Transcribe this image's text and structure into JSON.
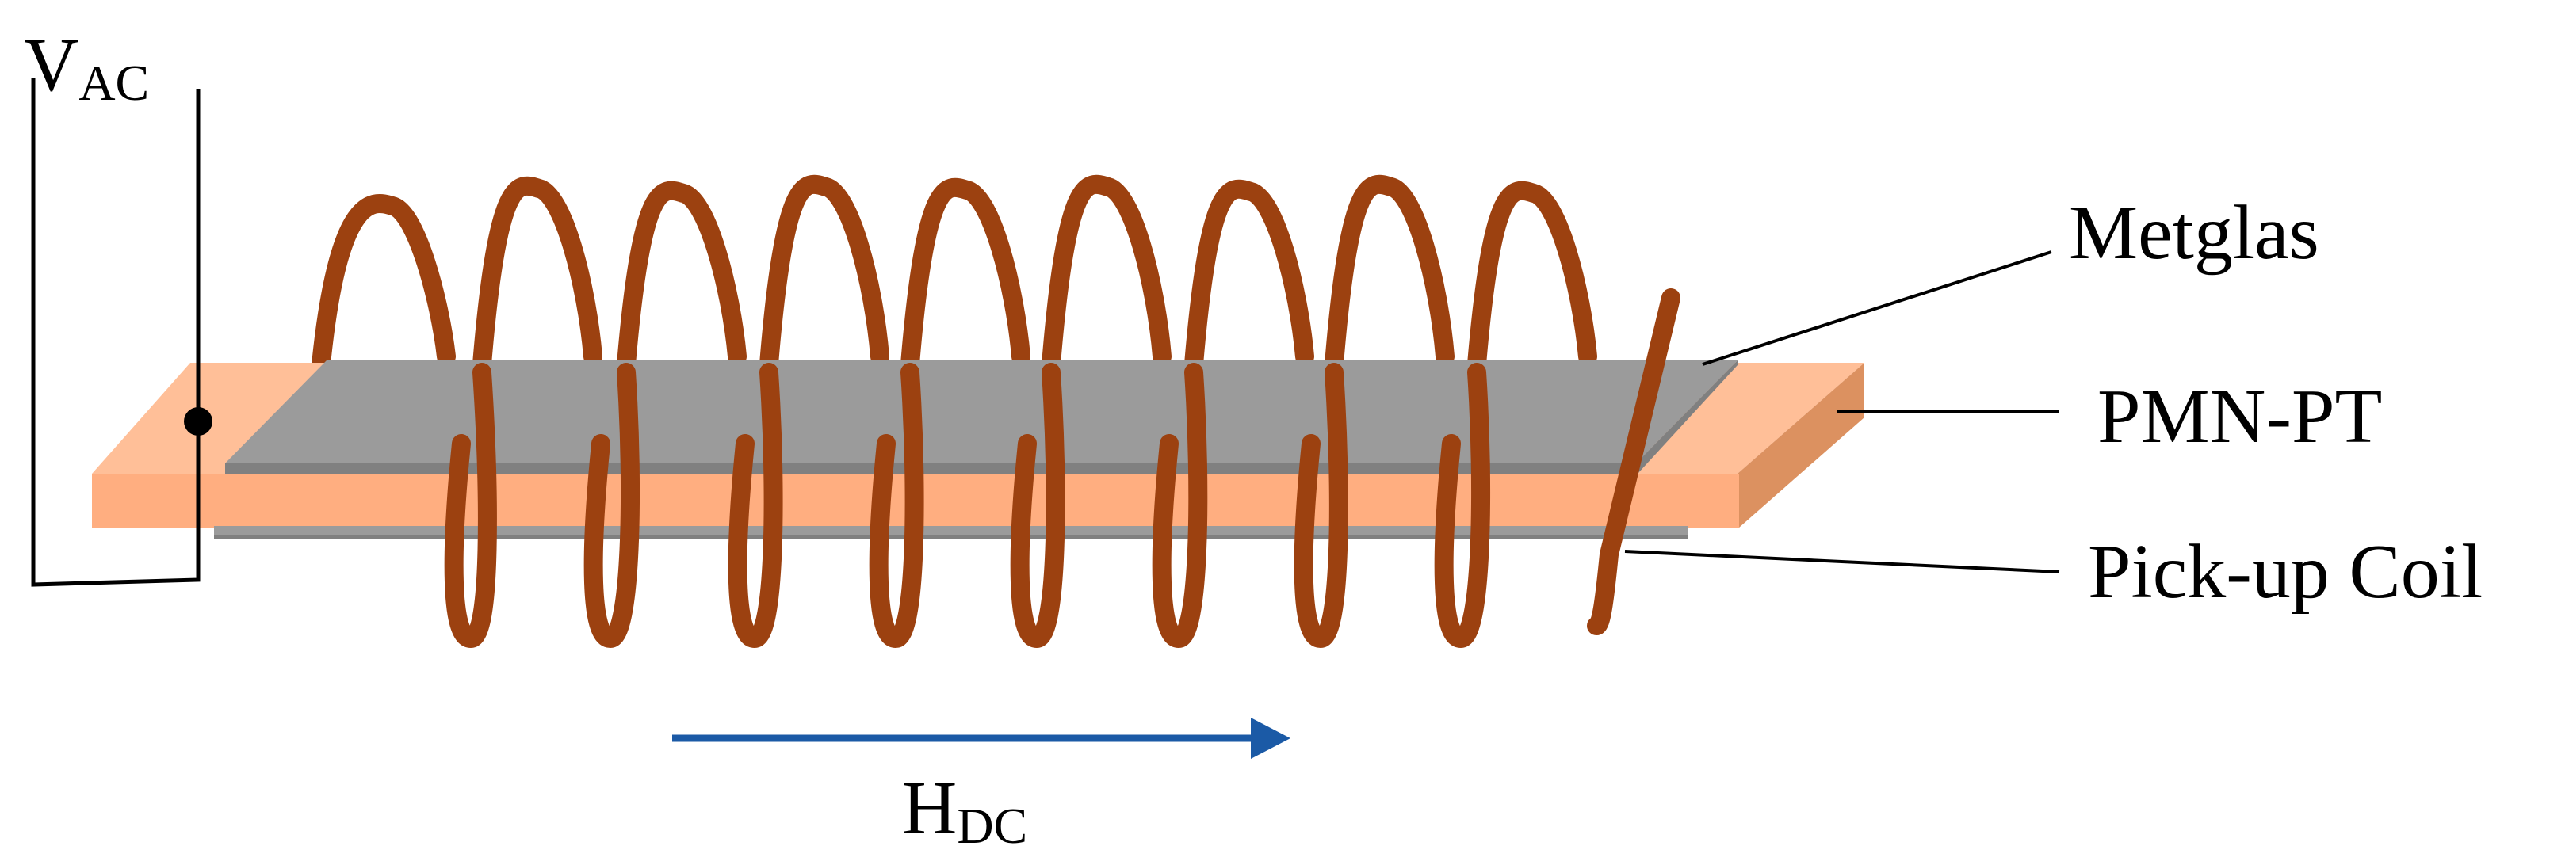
{
  "labels": {
    "vac_main": "V",
    "vac_sub": "AC",
    "hdc_main": "H",
    "hdc_sub": "DC",
    "metglas": "Metglas",
    "pmnpt": "PMN-PT",
    "pickup_coil": "Pick-up Coil"
  },
  "colors": {
    "coil": "#9C4110",
    "pmnpt_top": "#FFBF98",
    "pmnpt_front": "#FFAE80",
    "pmnpt_side": "#DC9160",
    "metglas": "#9B9B9B",
    "metglas_edge": "#808080",
    "arrow": "#1B5AA6",
    "wire": "#000000"
  },
  "icons": {
    "terminal": "terminal-dot-icon",
    "field_arrow": "field-arrow-icon"
  }
}
